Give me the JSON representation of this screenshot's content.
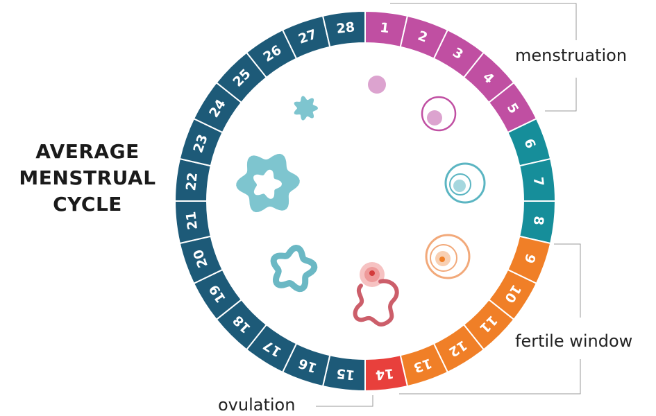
{
  "title": {
    "lines": [
      "AVERAGE",
      "MENSTRUAL",
      "CYCLE"
    ]
  },
  "days": [
    "1",
    "2",
    "3",
    "4",
    "5",
    "6",
    "7",
    "8",
    "9",
    "10",
    "11",
    "12",
    "13",
    "14",
    "15",
    "16",
    "17",
    "18",
    "19",
    "20",
    "21",
    "22",
    "23",
    "24",
    "25",
    "26",
    "27",
    "28"
  ],
  "phases": {
    "menstruation": {
      "label": "menstruation",
      "days": [
        1,
        5
      ],
      "color": "#c04fa2"
    },
    "follicular": {
      "days": [
        6,
        8
      ],
      "color": "#168e9a"
    },
    "fertile": {
      "label": "fertile window",
      "days": [
        9,
        13
      ],
      "color": "#f07f27"
    },
    "ovulation": {
      "label": "ovulation",
      "days": [
        14,
        14
      ],
      "color": "#e8403c"
    },
    "luteal": {
      "days": [
        15,
        28
      ],
      "color": "#1d5a78"
    }
  },
  "icons": [
    "follicle-small-icon",
    "follicle-ring-icon",
    "follicle-double-ring-icon",
    "follicle-mature-icon",
    "ovulating-egg-icon",
    "corpus-luteum-small-icon",
    "corpus-luteum-large-icon",
    "corpus-albicans-icon"
  ]
}
